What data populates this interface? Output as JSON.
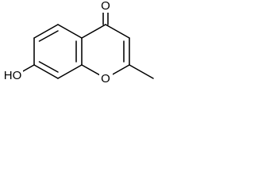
{
  "structure": {
    "atoms": {
      "carbonyl_oxygen": "O",
      "ring_oxygen": "O",
      "hydroxyl": "HO"
    }
  }
}
